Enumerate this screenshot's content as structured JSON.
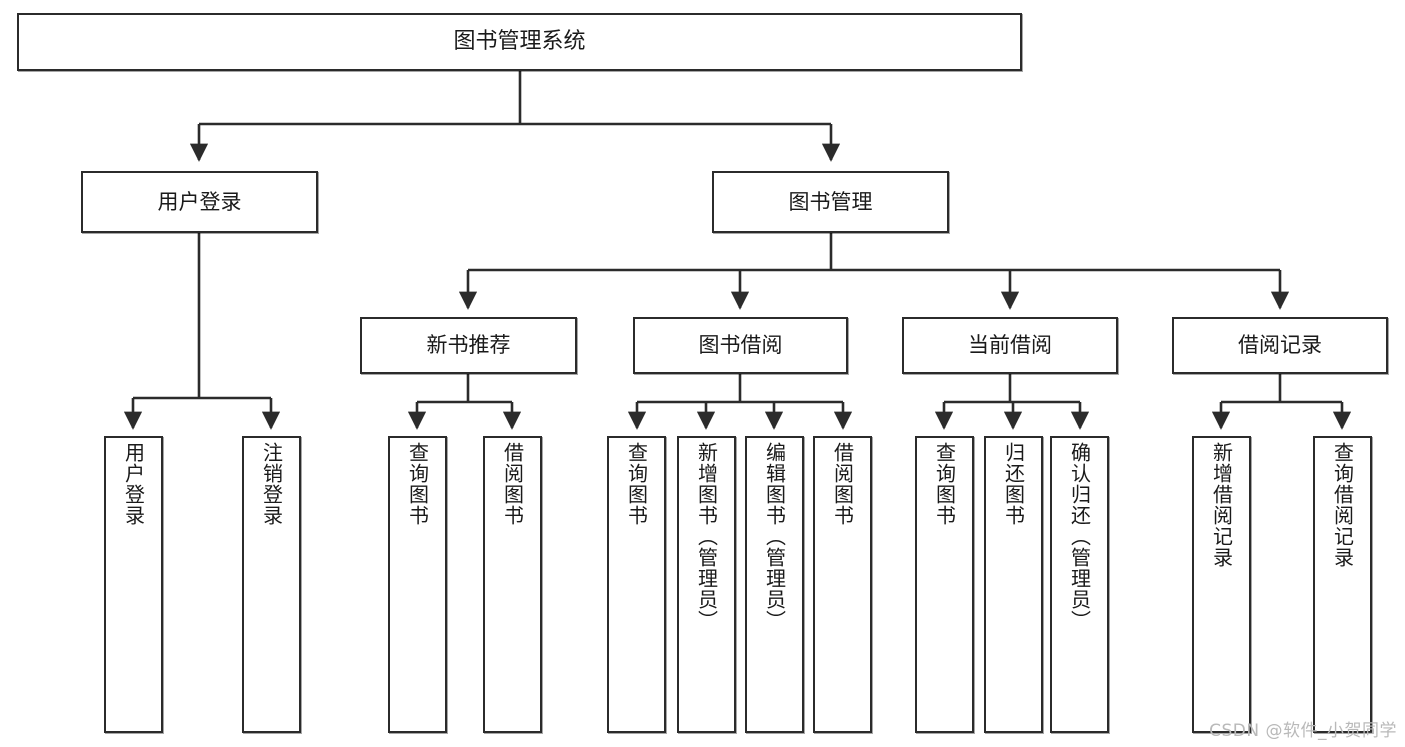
{
  "diagram": {
    "type": "hierarchy-tree",
    "root": {
      "id": "root",
      "label": "图书管理系统"
    },
    "level2": [
      {
        "id": "user-login",
        "label": "用户登录"
      },
      {
        "id": "book-management",
        "label": "图书管理"
      }
    ],
    "level3": [
      {
        "id": "new-book-recommend",
        "label": "新书推荐",
        "parent": "book-management"
      },
      {
        "id": "book-borrow",
        "label": "图书借阅",
        "parent": "book-management"
      },
      {
        "id": "current-borrow",
        "label": "当前借阅",
        "parent": "book-management"
      },
      {
        "id": "borrow-record",
        "label": "借阅记录",
        "parent": "book-management"
      }
    ],
    "leaves": [
      {
        "id": "leaf-user-login",
        "label": "用户登录",
        "parent": "user-login"
      },
      {
        "id": "leaf-logout",
        "label": "注销登录",
        "parent": "user-login"
      },
      {
        "id": "leaf-query-book-1",
        "label": "查询图书",
        "parent": "new-book-recommend"
      },
      {
        "id": "leaf-borrow-book-1",
        "label": "借阅图书",
        "parent": "new-book-recommend"
      },
      {
        "id": "leaf-query-book-2",
        "label": "查询图书",
        "parent": "book-borrow"
      },
      {
        "id": "leaf-add-book",
        "label": "新增图书（管理员）",
        "parent": "book-borrow"
      },
      {
        "id": "leaf-edit-book",
        "label": "编辑图书（管理员）",
        "parent": "book-borrow"
      },
      {
        "id": "leaf-borrow-book-2",
        "label": "借阅图书",
        "parent": "book-borrow"
      },
      {
        "id": "leaf-query-book-3",
        "label": "查询图书",
        "parent": "current-borrow"
      },
      {
        "id": "leaf-return-book",
        "label": "归还图书",
        "parent": "current-borrow"
      },
      {
        "id": "leaf-confirm-return",
        "label": "确认归还（管理员）",
        "parent": "current-borrow"
      },
      {
        "id": "leaf-add-record",
        "label": "新增借阅记录",
        "parent": "borrow-record"
      },
      {
        "id": "leaf-query-record",
        "label": "查询借阅记录",
        "parent": "borrow-record"
      }
    ]
  },
  "watermark": {
    "text": "CSDN @软件_小贺同学"
  },
  "colors": {
    "box_border": "#2b2b2b",
    "box_fill": "#ffffff",
    "edge": "#2b2b2b",
    "text": "#1a1a1a",
    "watermark": "#b9b9b9",
    "background": "#ffffff"
  }
}
